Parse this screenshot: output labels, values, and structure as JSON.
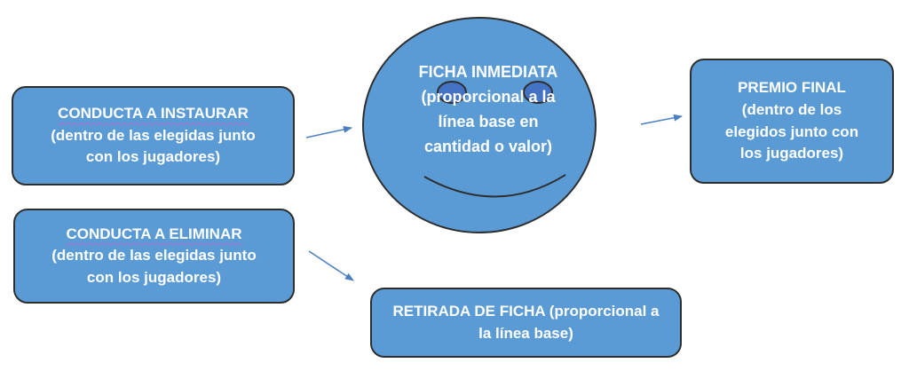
{
  "boxes": {
    "instaurar": {
      "title": "CONDUCTA A INSTAURAR",
      "line1": "(dentro de las elegidas junto",
      "line2": "con los jugadores)"
    },
    "eliminar": {
      "title": "CONDUCTA A ELIMINAR",
      "line1": "(dentro de las elegidas junto",
      "line2": "con los jugadores)"
    },
    "premio": {
      "line1": "PREMIO FINAL",
      "line2": "(dentro de los",
      "line3": "elegidos junto con",
      "line4": "los jugadores)"
    },
    "retirada": {
      "line1": "RETIRADA DE FICHA (proporcional a",
      "line2": "la línea base)"
    }
  },
  "face": {
    "title": "FICHA INMEDIATA",
    "line1": "(proporcional a la",
    "line2": "línea base en",
    "line3": "cantidad o valor)"
  },
  "colors": {
    "fill": "#5b9bd5",
    "outline": "#2e2e2e",
    "eye_fill": "#4472c4",
    "arrow": "#4a7fc1",
    "text": "#ffffff"
  }
}
